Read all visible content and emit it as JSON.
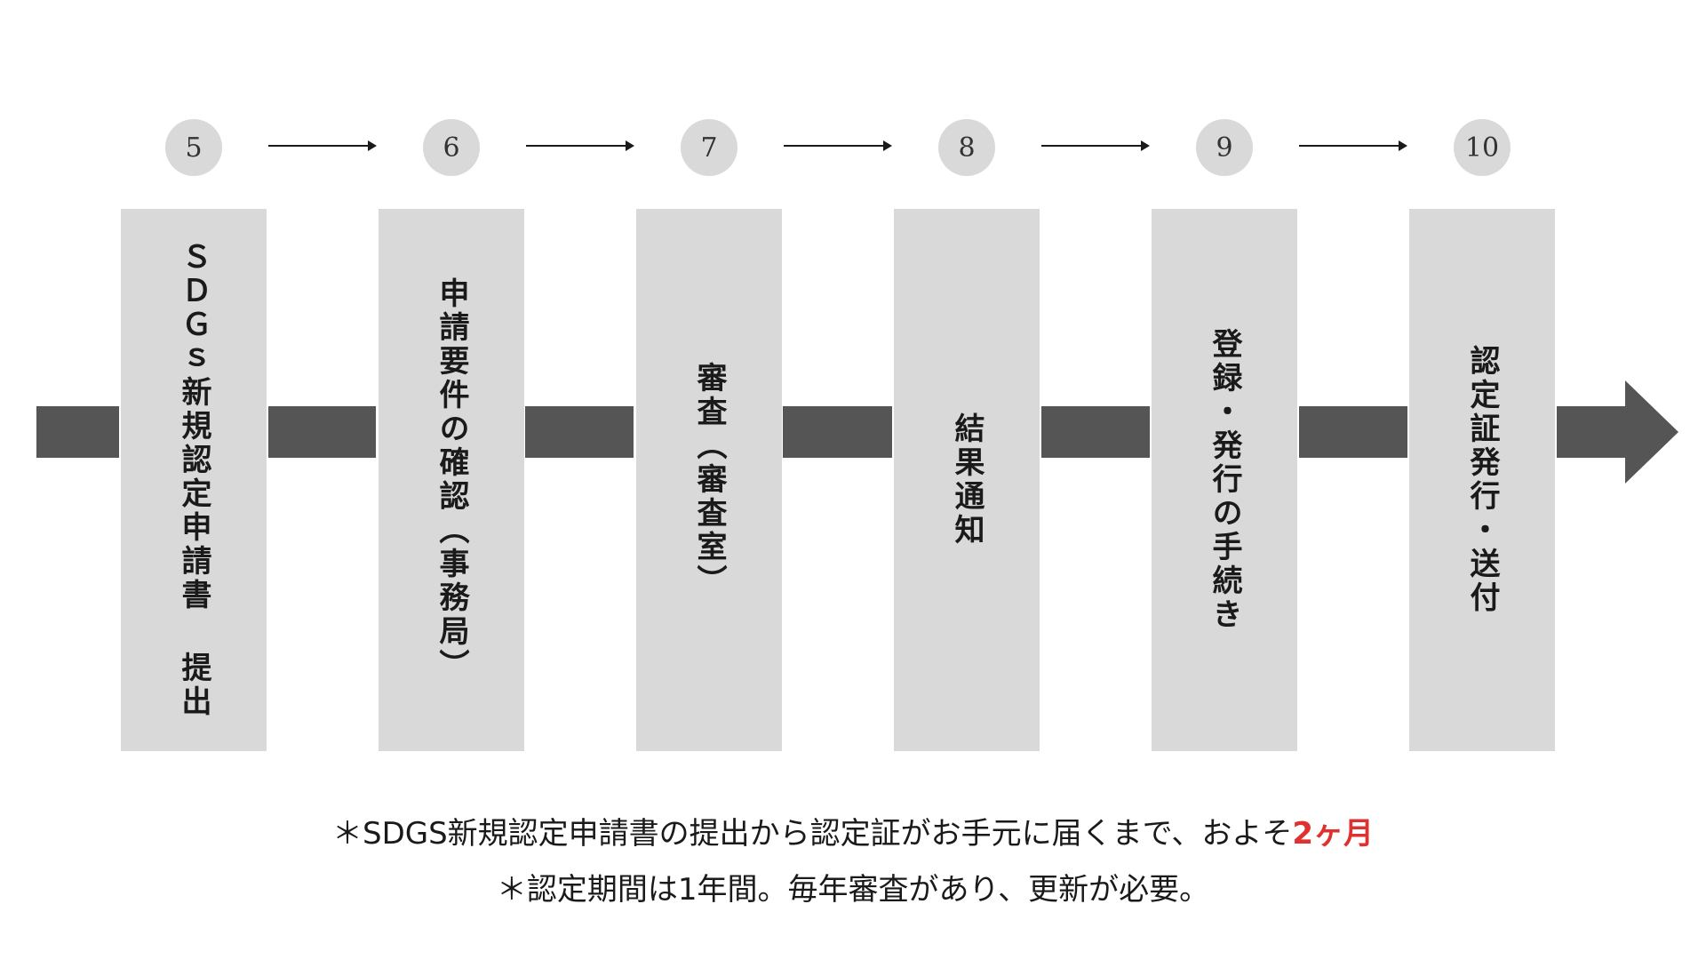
{
  "steps": [
    {
      "number": "5",
      "label": "ＳＤＧｓ新規認定申請書 提出"
    },
    {
      "number": "6",
      "label": "申請要件の確認（事務局）"
    },
    {
      "number": "7",
      "label": "審査（審査室）"
    },
    {
      "number": "8",
      "label": "結果通知"
    },
    {
      "number": "9",
      "label": "登録・発行の手続き"
    },
    {
      "number": "10",
      "label": "認定証発行・送付"
    }
  ],
  "notes": {
    "line1_prefix": "＊SDGS新規認定申請書の提出から認定証がお手元に届くまで、およそ",
    "line1_highlight": "2ヶ月",
    "line2": "＊認定期間は1年間。毎年審査があり、更新が必要。"
  },
  "colors": {
    "card": "#d9d9d9",
    "band": "#555555",
    "highlight": "#e03131"
  }
}
